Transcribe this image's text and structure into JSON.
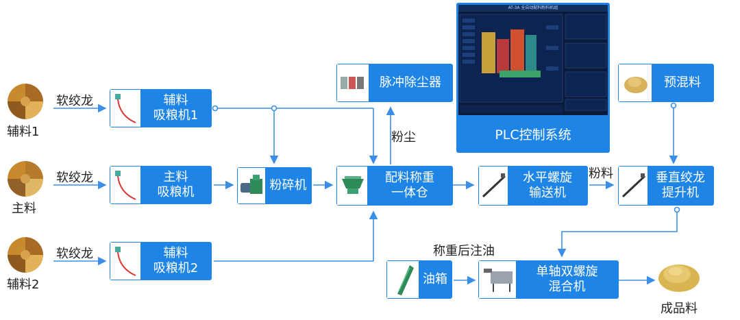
{
  "inputs": {
    "aux1": "辅料1",
    "main": "主料",
    "aux2": "辅料2"
  },
  "conveyor_labels": {
    "aux1": "软绞龙",
    "main": "软绞龙",
    "aux2": "软绞龙"
  },
  "nodes": {
    "aux_feeder_1": "辅料\n吸粮机1",
    "main_feeder": "主料\n吸粮机",
    "aux_feeder_2": "辅料\n吸粮机2",
    "crusher": "粉碎机",
    "weighing_bin": "配料称重\n一体仓",
    "dust_collector": "脉冲除尘器",
    "horizontal_screw": "水平螺旋\n输送机",
    "vertical_screw": "垂直绞龙\n提升机",
    "premix": "预混料",
    "oil_tank": "油箱",
    "mixer": "单轴双螺旋\n混合机",
    "plc": "PLC控制系统"
  },
  "annotations": {
    "dust": "粉尘",
    "powder": "粉料",
    "oil_note": "称重后注油",
    "product": "成品料"
  },
  "plc_screen": {
    "title": "AT-3A 全自动配料粉料机组"
  },
  "colors": {
    "accent": "#1e84e6",
    "line": "#3a8ee6",
    "grain": "#c8892f",
    "product": "#e3c25a"
  }
}
